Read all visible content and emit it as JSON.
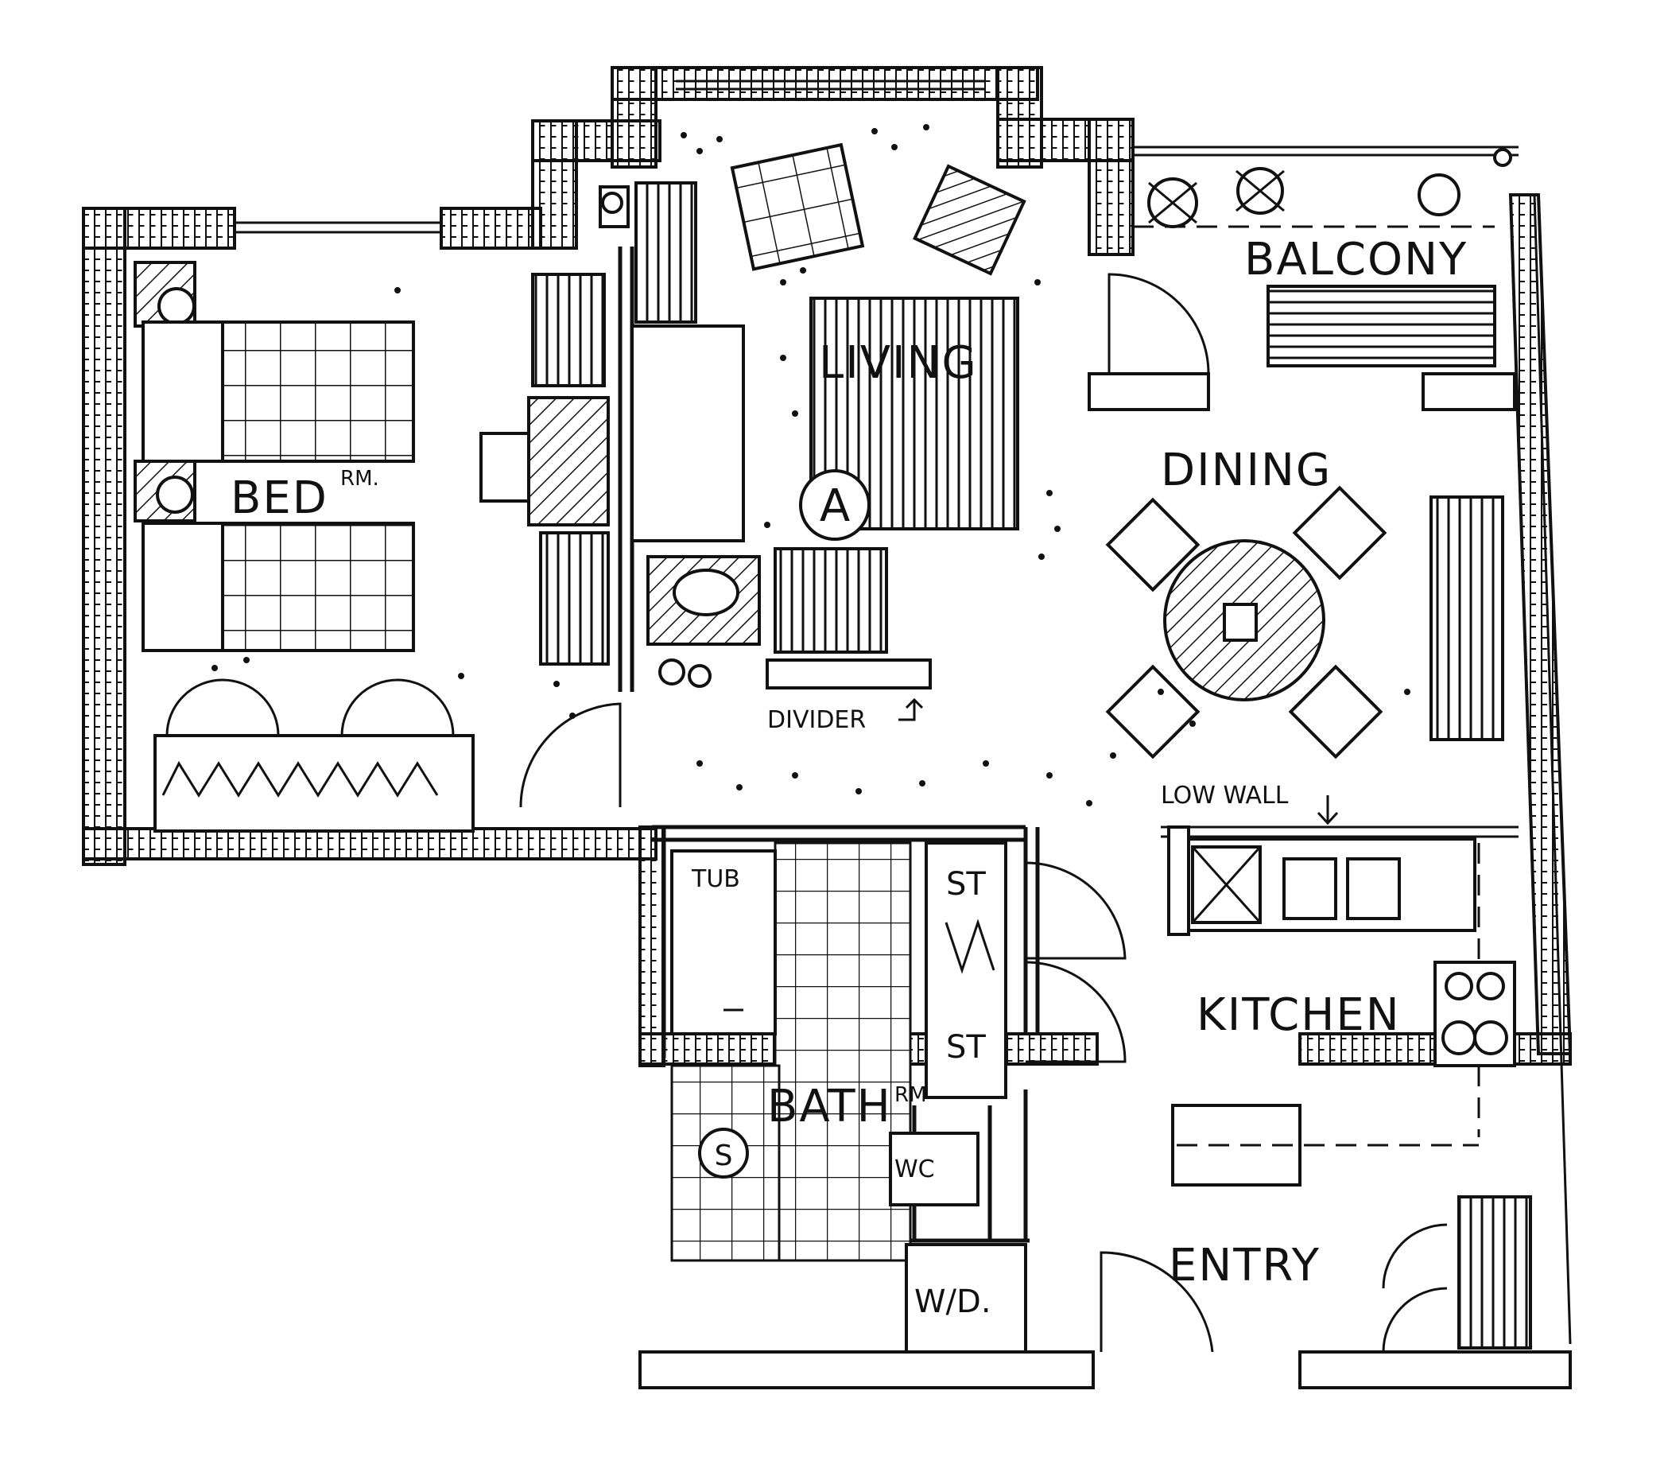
{
  "rooms": {
    "bedroom": "BED",
    "bedroom_sup": "RM.",
    "living": "LIVING",
    "dining": "DINING",
    "balcony": "BALCONY",
    "kitchen": "KITCHEN",
    "bath": "BATH",
    "bath_sup": "RM",
    "entry": "ENTRY"
  },
  "fixtures": {
    "tub": "TUB",
    "shower": "S",
    "wc": "WC",
    "washer_dryer": "W/D.",
    "storage_top": "ST",
    "storage_bottom": "ST",
    "marker": "A"
  },
  "callouts": {
    "divider": "DIVIDER",
    "low_wall": "LOW WALL"
  }
}
